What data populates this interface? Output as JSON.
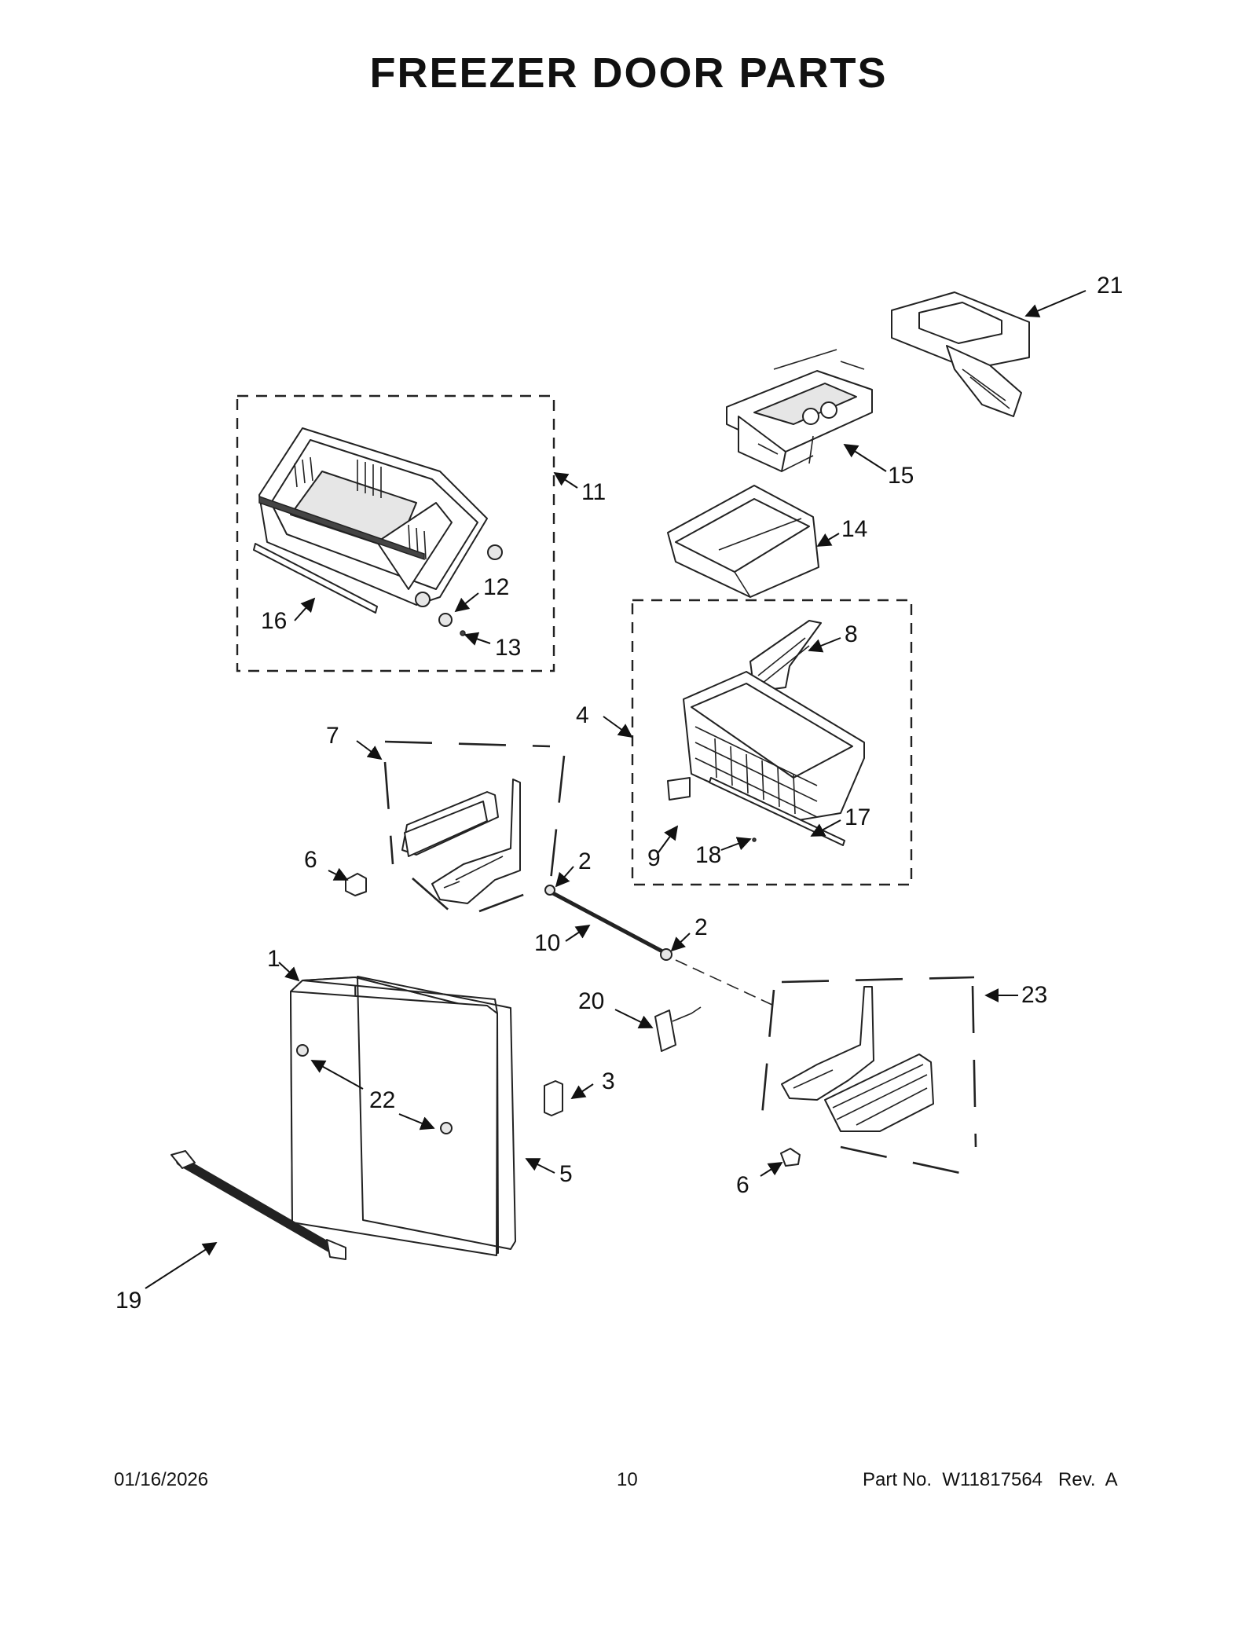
{
  "title": "FREEZER DOOR PARTS",
  "footer": {
    "date": "01/16/2026",
    "page": "10",
    "part_number": "Part No.  W11817564   Rev.  A"
  },
  "callouts": [
    "1",
    "2",
    "2",
    "3",
    "4",
    "5",
    "6",
    "6",
    "7",
    "8",
    "9",
    "10",
    "11",
    "12",
    "13",
    "14",
    "15",
    "16",
    "17",
    "18",
    "19",
    "20",
    "21",
    "22",
    "23"
  ]
}
